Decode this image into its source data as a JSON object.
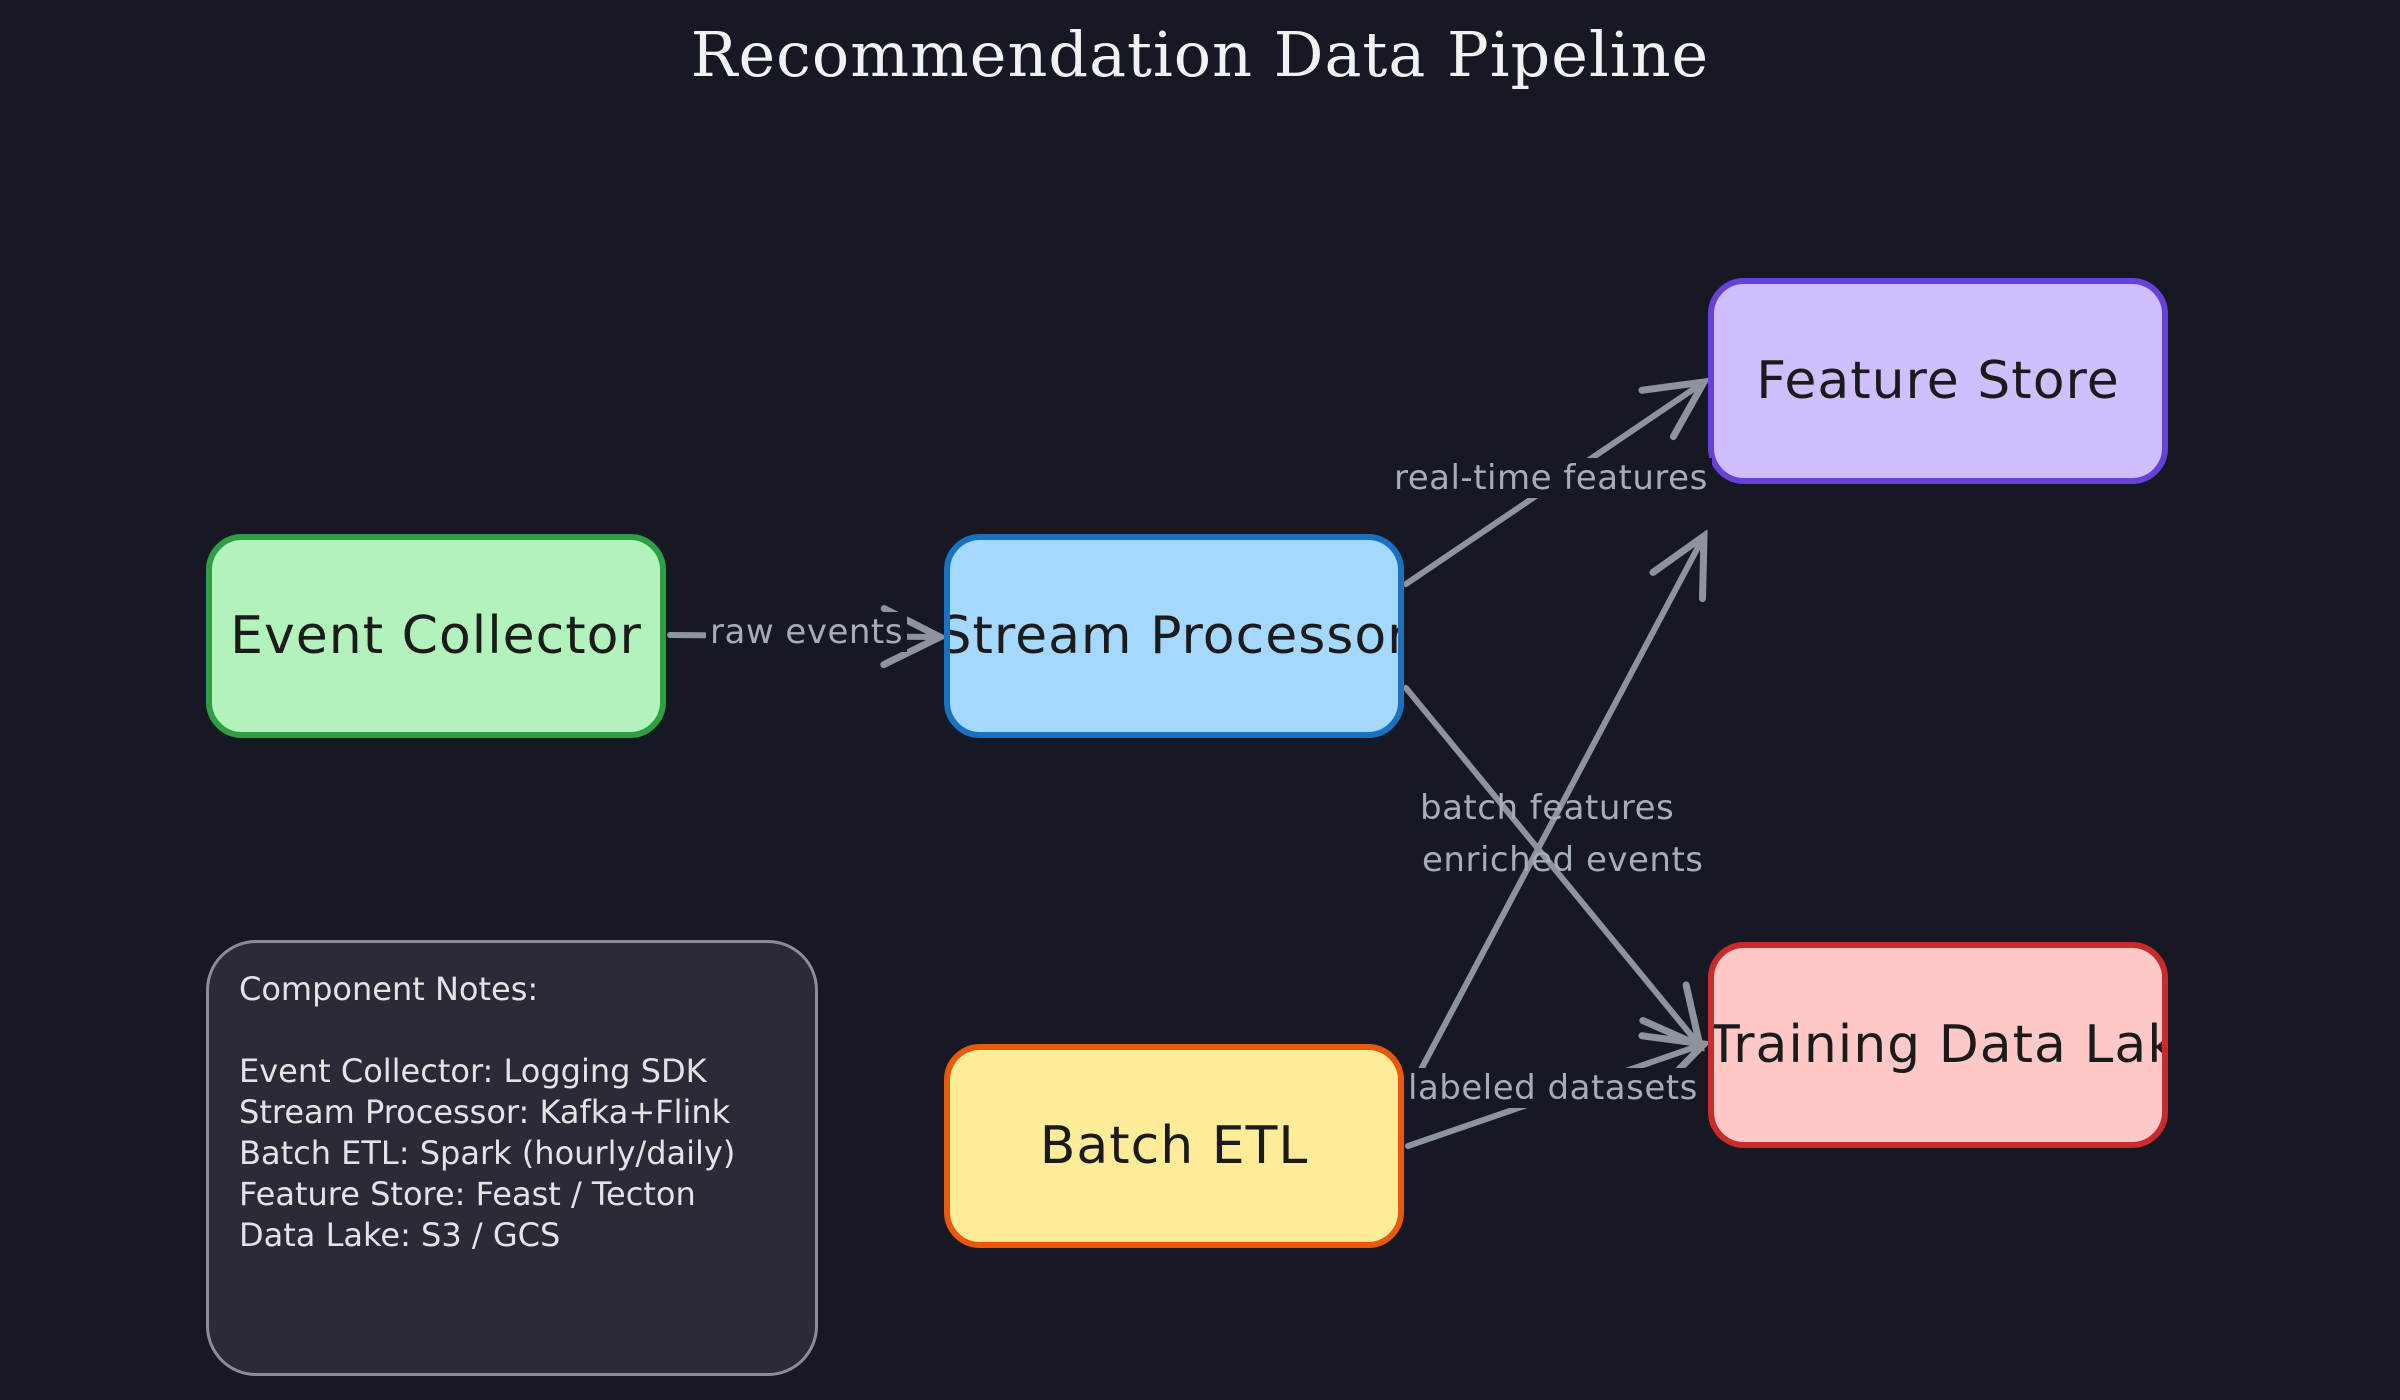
{
  "title": "Recommendation Data Pipeline",
  "nodes": {
    "event_collector": "Event Collector",
    "stream_processor": "Stream Processor",
    "feature_store": "Feature Store",
    "batch_etl": "Batch ETL",
    "training_data_lake": "Training Data Lake"
  },
  "edges": {
    "raw_events": "raw events",
    "real_time_features": "real-time features",
    "batch_features": "batch features",
    "enriched_events": "enriched events",
    "labeled_datasets": "labeled datasets"
  },
  "notes": {
    "heading": "Component Notes:",
    "lines": [
      "Event Collector: Logging SDK",
      "Stream Processor: Kafka+Flink",
      "Batch ETL: Spark (hourly/daily)",
      "Feature Store: Feast / Tecton",
      "Data Lake: S3 / GCS"
    ]
  },
  "colors": {
    "background": "#161824",
    "edge": "#8e949c",
    "event_collector": "#b2f2bb",
    "stream_processor": "#a5d8ff",
    "feature_store": "#d0bfff",
    "batch_etl": "#ffec99",
    "training_data_lake": "#ffc9c9"
  }
}
